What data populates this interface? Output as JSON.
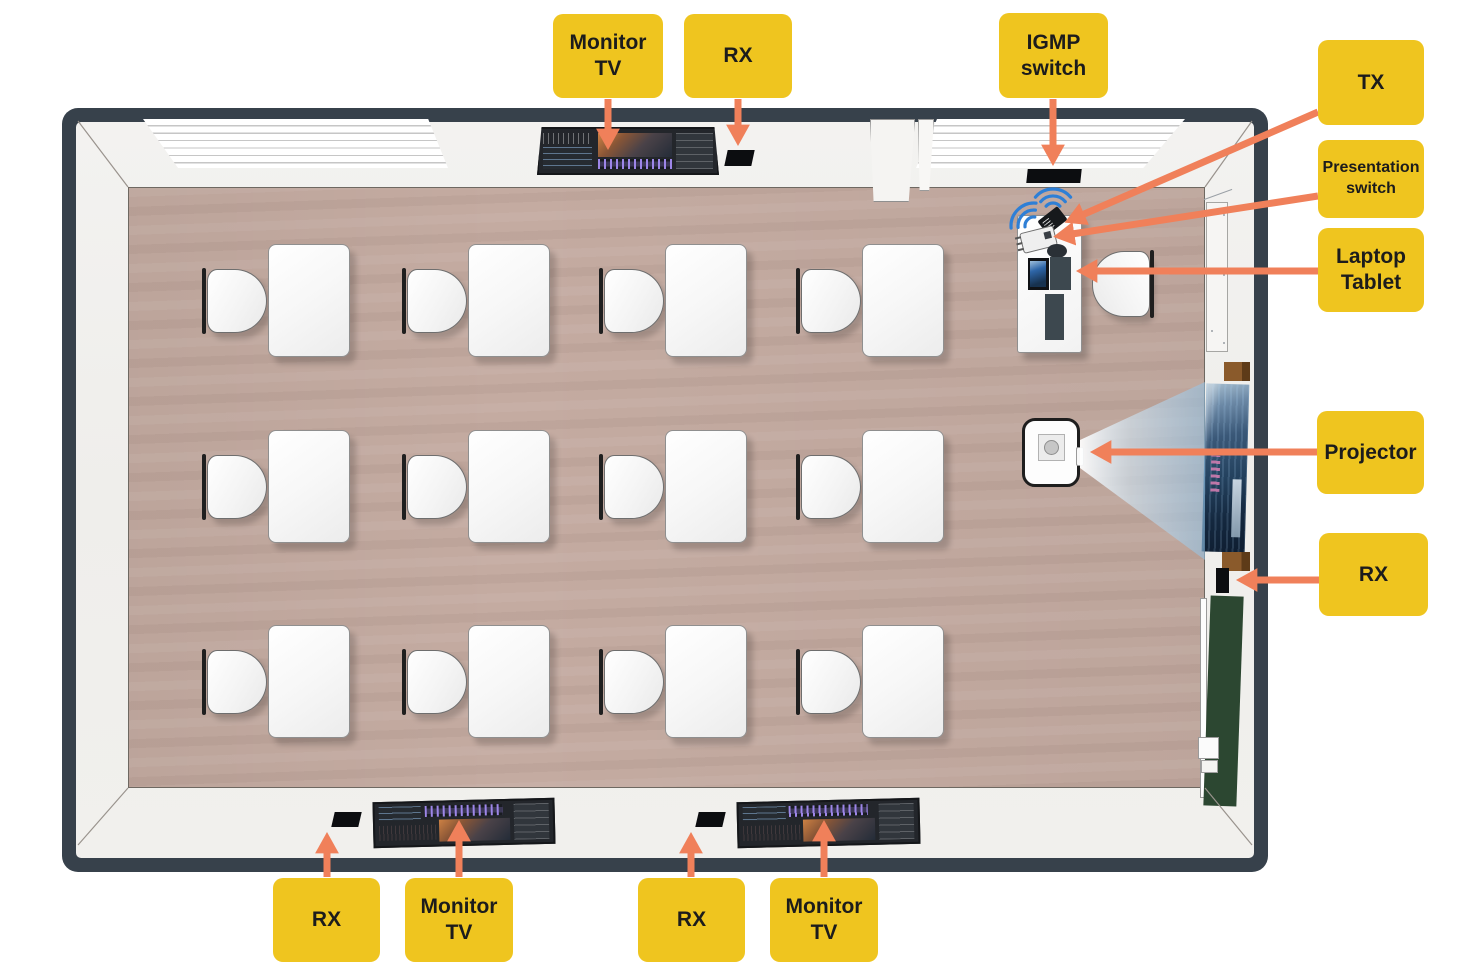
{
  "diagram": {
    "type": "classroom-av-floorplan"
  },
  "colors": {
    "label_bg": "#EFC51F",
    "label_text": "#1C1C1C",
    "arrow": "#F0805A",
    "wall": "#37414B",
    "wall_inner": "#F2F1EE",
    "floor": "#C4ABA1",
    "chalkboard": "#2C4731",
    "wifi": "#2E7FD6",
    "beam": "#8FC3E8",
    "device_black": "#0C0D10"
  },
  "callouts": {
    "top": [
      {
        "label": "Monitor TV"
      },
      {
        "label": "RX"
      },
      {
        "label": "IGMP switch"
      }
    ],
    "right": [
      {
        "label": "TX"
      },
      {
        "label": "Presentation switch"
      },
      {
        "label": "Laptop Tablet"
      },
      {
        "label": "Projector"
      },
      {
        "label": "RX"
      }
    ],
    "bottom": [
      {
        "label": "RX"
      },
      {
        "label": "Monitor TV"
      },
      {
        "label": "RX"
      },
      {
        "label": "Monitor TV"
      }
    ]
  },
  "scene": {
    "student_stations": 12,
    "teacher_stations": 1,
    "monitor_tvs": 3,
    "rx_receivers": 4,
    "tx_transmitters": 1,
    "igmp_switches": 1,
    "presentation_switches": 1,
    "laptops": 1,
    "projectors": 1,
    "projection_screens": 1,
    "chalkboards": 1,
    "windows": 2,
    "doors": 2
  }
}
